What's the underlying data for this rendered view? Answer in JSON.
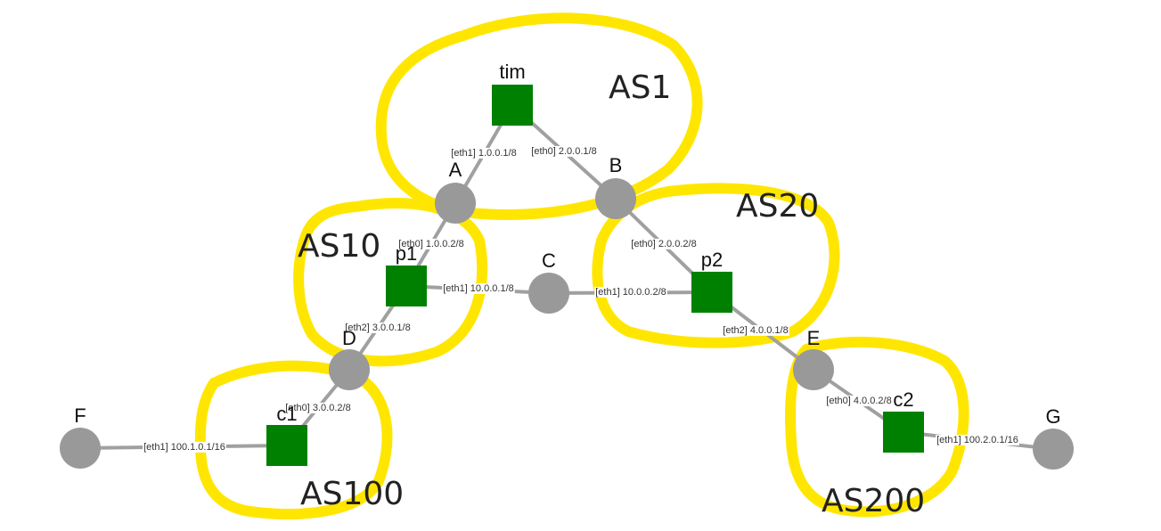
{
  "colors": {
    "router": "#008000",
    "switch": "#999999",
    "link": "#a0a0a0",
    "as_outline": "#ffe600"
  },
  "autonomous_systems": [
    {
      "id": "as1",
      "label": "AS1"
    },
    {
      "id": "as10",
      "label": "AS10"
    },
    {
      "id": "as20",
      "label": "AS20"
    },
    {
      "id": "as100",
      "label": "AS100"
    },
    {
      "id": "as200",
      "label": "AS200"
    }
  ],
  "routers": [
    {
      "id": "tim",
      "label": "tim",
      "icon": "router-square"
    },
    {
      "id": "p1",
      "label": "p1",
      "icon": "router-square"
    },
    {
      "id": "p2",
      "label": "p2",
      "icon": "router-square"
    },
    {
      "id": "c1",
      "label": "c1",
      "icon": "router-square"
    },
    {
      "id": "c2",
      "label": "c2",
      "icon": "router-square"
    }
  ],
  "switches": [
    {
      "id": "A",
      "label": "A",
      "icon": "collision-domain-circle"
    },
    {
      "id": "B",
      "label": "B",
      "icon": "collision-domain-circle"
    },
    {
      "id": "C",
      "label": "C",
      "icon": "collision-domain-circle"
    },
    {
      "id": "D",
      "label": "D",
      "icon": "collision-domain-circle"
    },
    {
      "id": "E",
      "label": "E",
      "icon": "collision-domain-circle"
    },
    {
      "id": "F",
      "label": "F",
      "icon": "collision-domain-circle"
    },
    {
      "id": "G",
      "label": "G",
      "icon": "collision-domain-circle"
    }
  ],
  "links": [
    {
      "from": "tim",
      "to": "A",
      "interface": "[eth1] 1.0.0.1/8"
    },
    {
      "from": "tim",
      "to": "B",
      "interface": "[eth0] 2.0.0.1/8"
    },
    {
      "from": "p1",
      "to": "A",
      "interface": "[eth0] 1.0.0.2/8"
    },
    {
      "from": "p1",
      "to": "C",
      "interface": "[eth1] 10.0.0.1/8"
    },
    {
      "from": "p1",
      "to": "D",
      "interface": "[eth2] 3.0.0.1/8"
    },
    {
      "from": "p2",
      "to": "B",
      "interface": "[eth0] 2.0.0.2/8"
    },
    {
      "from": "p2",
      "to": "C",
      "interface": "[eth1] 10.0.0.2/8"
    },
    {
      "from": "p2",
      "to": "E",
      "interface": "[eth2] 4.0.0.1/8"
    },
    {
      "from": "c1",
      "to": "D",
      "interface": "[eth0] 3.0.0.2/8"
    },
    {
      "from": "c1",
      "to": "F",
      "interface": "[eth1] 100.1.0.1/16"
    },
    {
      "from": "c2",
      "to": "E",
      "interface": "[eth0] 4.0.0.2/8"
    },
    {
      "from": "c2",
      "to": "G",
      "interface": "[eth1] 100.2.0.1/16"
    }
  ]
}
